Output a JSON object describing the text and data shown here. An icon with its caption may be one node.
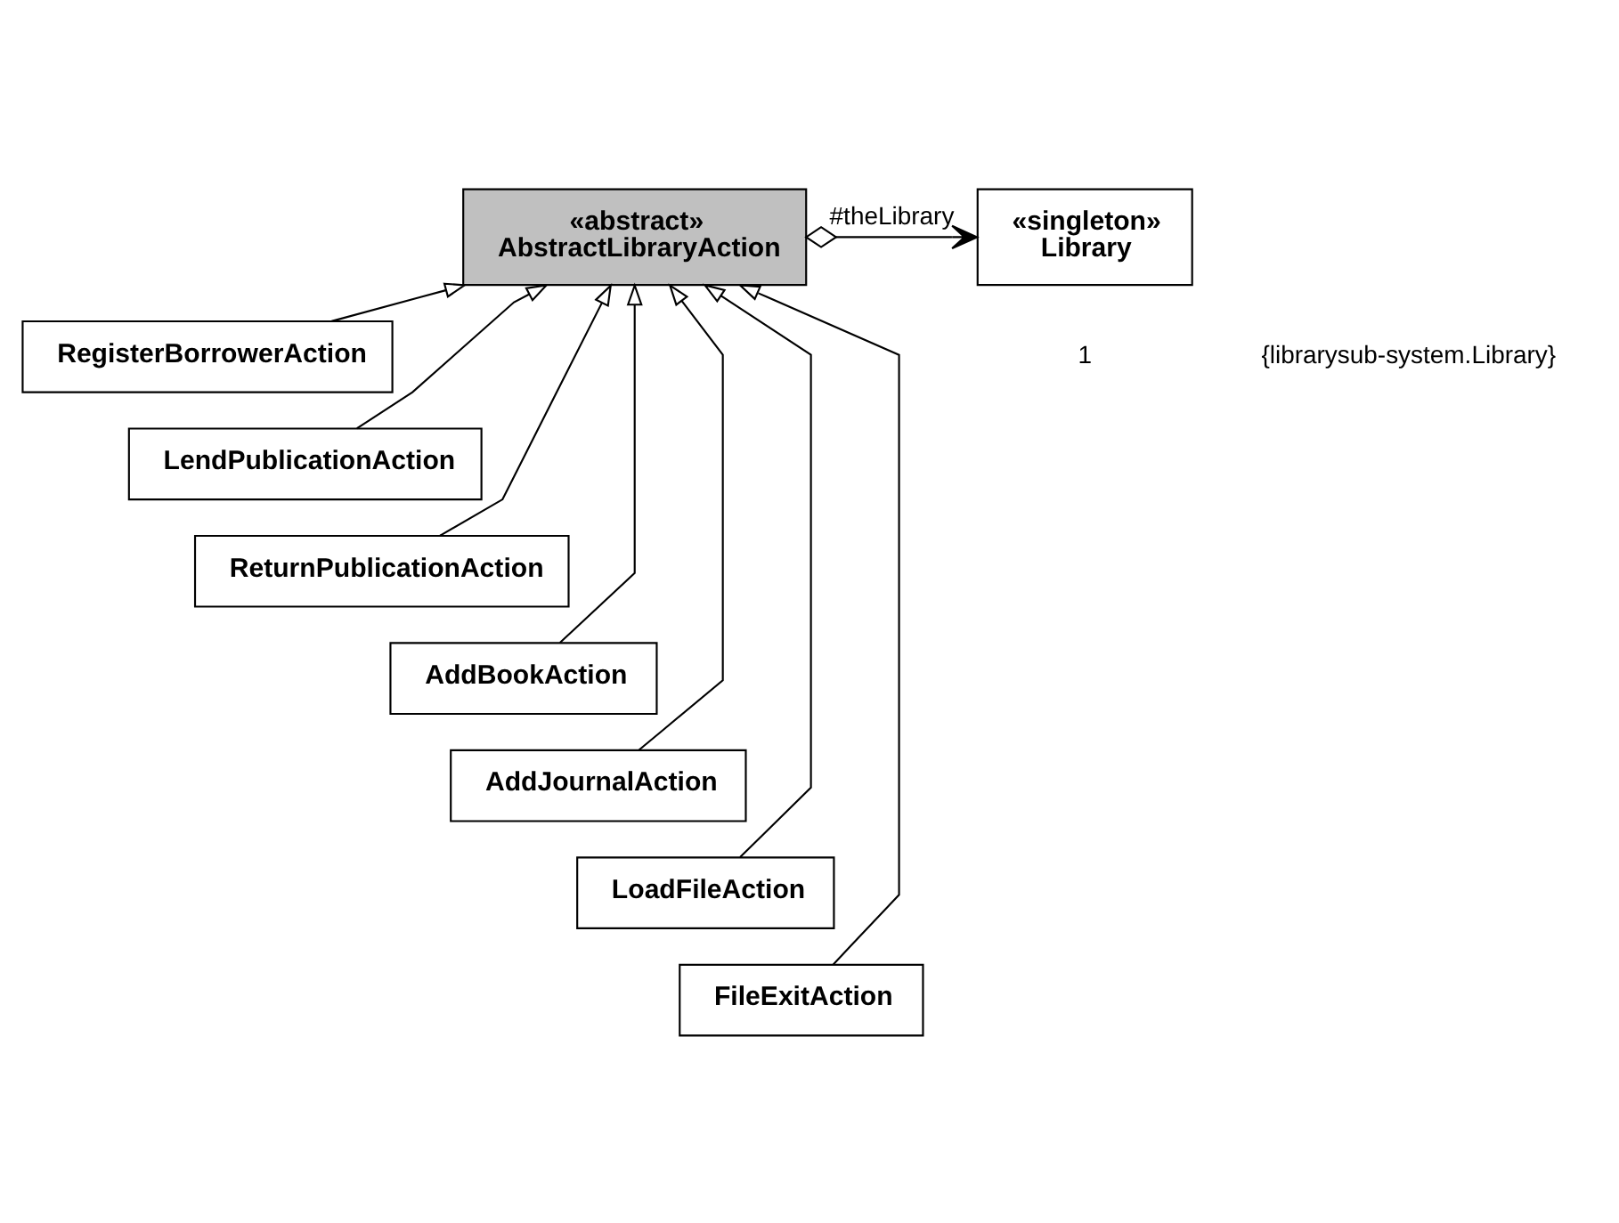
{
  "diagram": {
    "nodes": [
      {
        "text": [
          "«abstract»",
          "AbstractLibraryAction"
        ]
      },
      {
        "text": [
          "«singleton»",
          "Library"
        ]
      },
      {
        "text": [
          "RegisterBorrowerAction"
        ]
      },
      {
        "text": [
          "LendPublicationAction"
        ]
      },
      {
        "text": [
          "ReturnPublicationAction"
        ]
      },
      {
        "text": [
          "AddBookAction"
        ]
      },
      {
        "text": [
          "AddJournalAction"
        ]
      },
      {
        "text": [
          "LoadFileAction"
        ]
      },
      {
        "text": [
          "FileExitAction"
        ]
      }
    ],
    "edges": [
      {
        "from": 0,
        "to": 1,
        "arrow": "to",
        "label": "#theLibrary"
      },
      {
        "from": 2,
        "to": 0,
        "arrow": "to"
      },
      {
        "from": 3,
        "to": 0,
        "arrow": "to"
      },
      {
        "from": 4,
        "to": 0,
        "arrow": "to"
      },
      {
        "from": 5,
        "to": 0,
        "arrow": "to"
      },
      {
        "from": 6,
        "to": 0,
        "arrow": "to"
      },
      {
        "from": 7,
        "to": 0,
        "arrow": "to"
      },
      {
        "from": 8,
        "to": 0,
        "arrow": "to"
      }
    ],
    "labels": [
      "1",
      "{librarysub-system.Library}"
    ]
  }
}
